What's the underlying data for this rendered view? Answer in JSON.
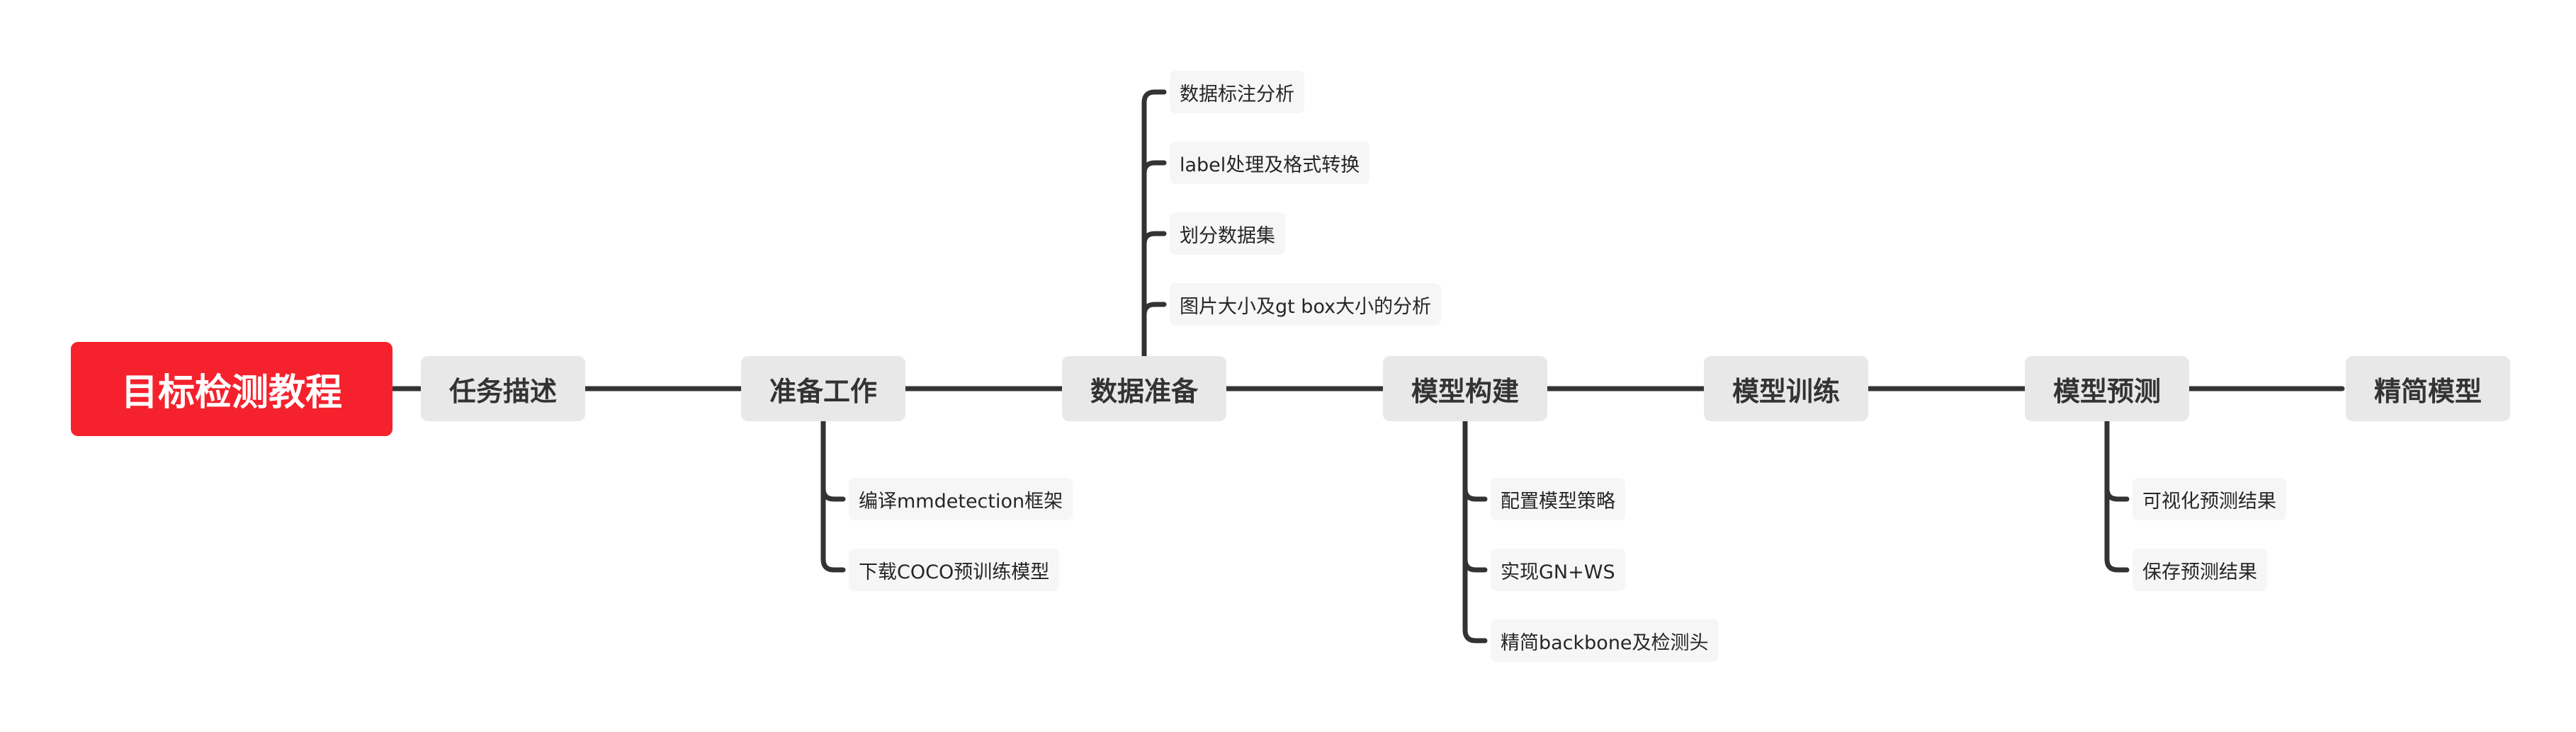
{
  "colors": {
    "root_bg": "#f5222d",
    "main_bg": "#e8e8e8",
    "sub_bg": "#f6f6f6",
    "line": "#333333"
  },
  "root": {
    "label": "目标检测教程"
  },
  "main": [
    {
      "label": "任务描述"
    },
    {
      "label": "准备工作",
      "children": [
        "编译mmdetection框架",
        "下载COCO预训练模型"
      ]
    },
    {
      "label": "数据准备",
      "children": [
        "数据标注分析",
        "label处理及格式转换",
        "划分数据集",
        "图片大小及gt box大小的分析"
      ]
    },
    {
      "label": "模型构建",
      "children": [
        "配置模型策略",
        "实现GN+WS",
        "精简backbone及检测头"
      ]
    },
    {
      "label": "模型训练"
    },
    {
      "label": "模型预测",
      "children": [
        "可视化预测结果",
        "保存预测结果"
      ]
    },
    {
      "label": "精简模型"
    }
  ]
}
